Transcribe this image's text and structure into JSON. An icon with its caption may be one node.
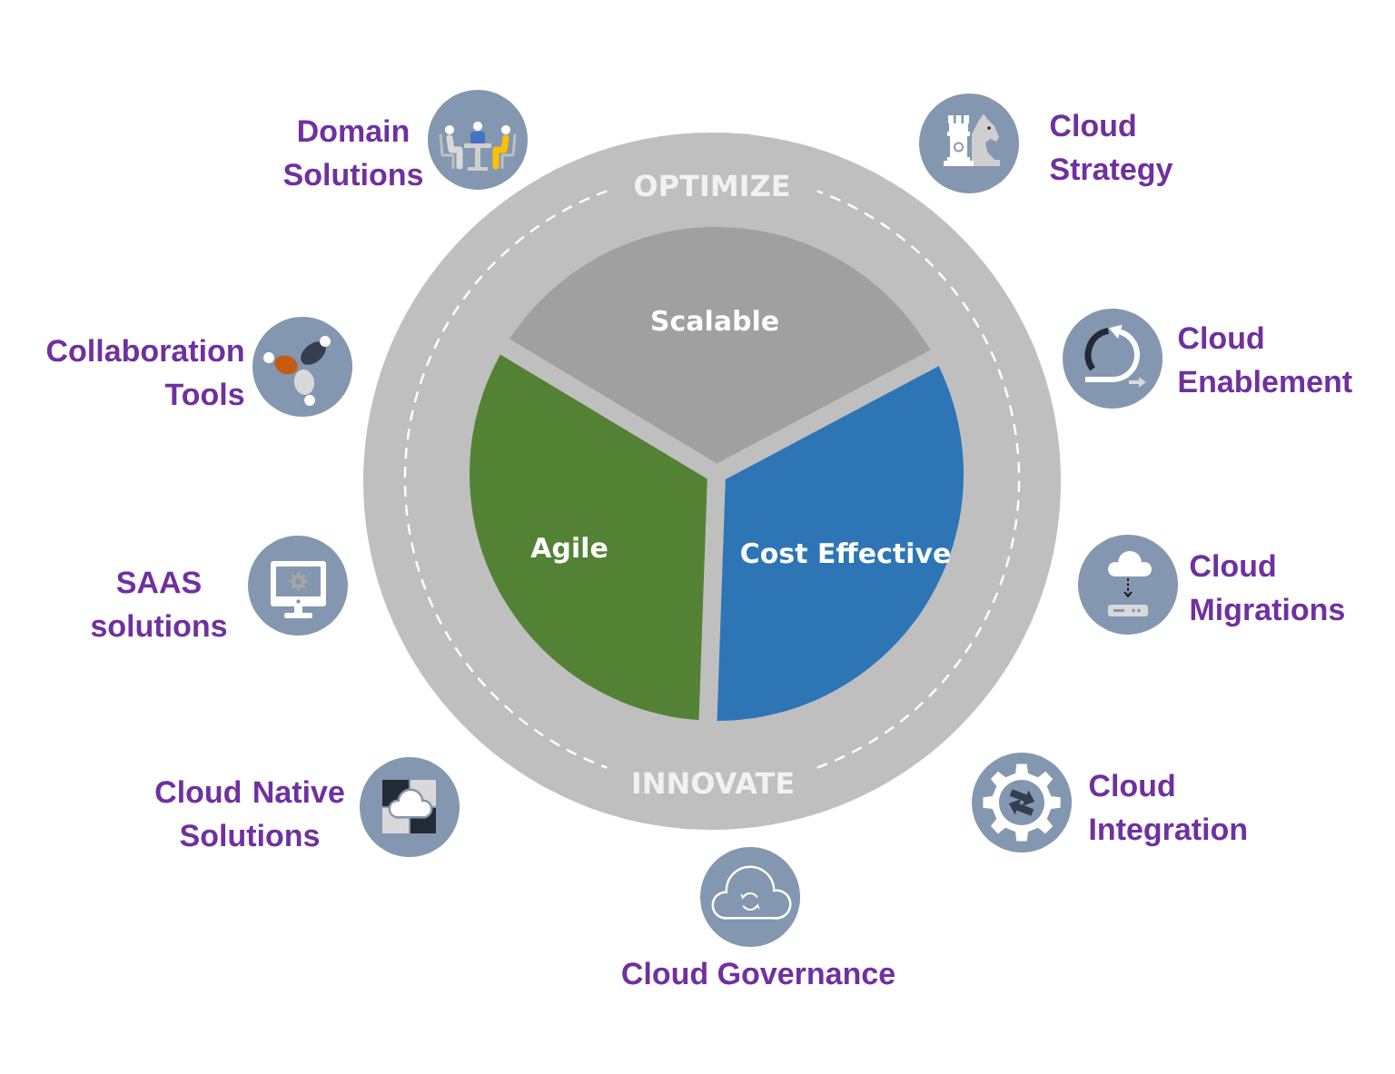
{
  "diagram": {
    "nodes": [
      {
        "text": [
          "OPTIMIZE",
          "INNOVATE"
        ]
      },
      {
        "text": [
          "Scalable"
        ],
        "in": 0
      },
      {
        "text": [
          "Agile"
        ],
        "in": 0
      },
      {
        "text": [
          "Cost Effective"
        ],
        "in": 0
      },
      {
        "text": [
          "Domain Solutions"
        ]
      },
      {
        "text": [
          "Cloud Strategy"
        ]
      },
      {
        "text": [
          "Collaboration Tools"
        ]
      },
      {
        "text": [
          "Cloud Enablement"
        ]
      },
      {
        "text": [
          "SAAS solutions"
        ]
      },
      {
        "text": [
          "Cloud Migrations"
        ]
      },
      {
        "text": [
          "Cloud Native Solutions"
        ]
      },
      {
        "text": [
          "Cloud Integration"
        ]
      },
      {
        "text": [
          "Cloud Governance"
        ]
      }
    ]
  }
}
